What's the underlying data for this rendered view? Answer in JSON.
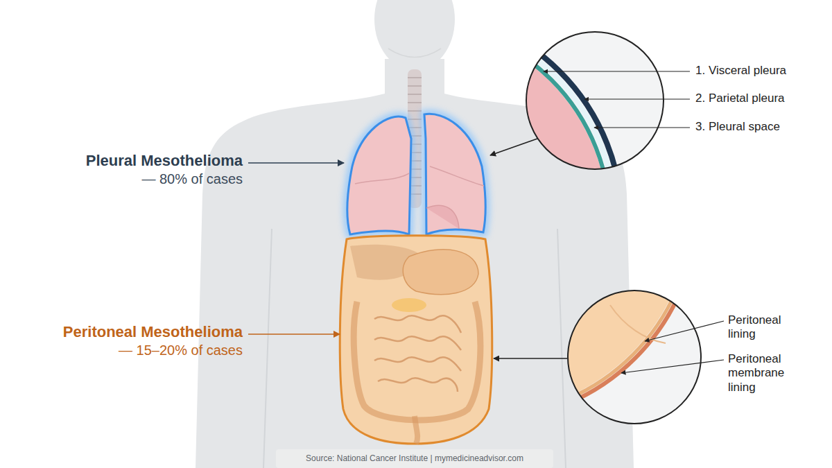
{
  "diagram": {
    "caption": "Source: National Cancer Institute | mymedicineadvisor.com",
    "labels": [
      "Pleural Mesothelioma",
      "— 80% of cases",
      "Peritoneal Mesothelioma",
      "— 15–20% of cases",
      "1. Visceral pleura",
      "2. Parietal pleura",
      "3. Pleural space",
      "Peritoneal lining",
      "Peritoneal membrane lining"
    ]
  }
}
